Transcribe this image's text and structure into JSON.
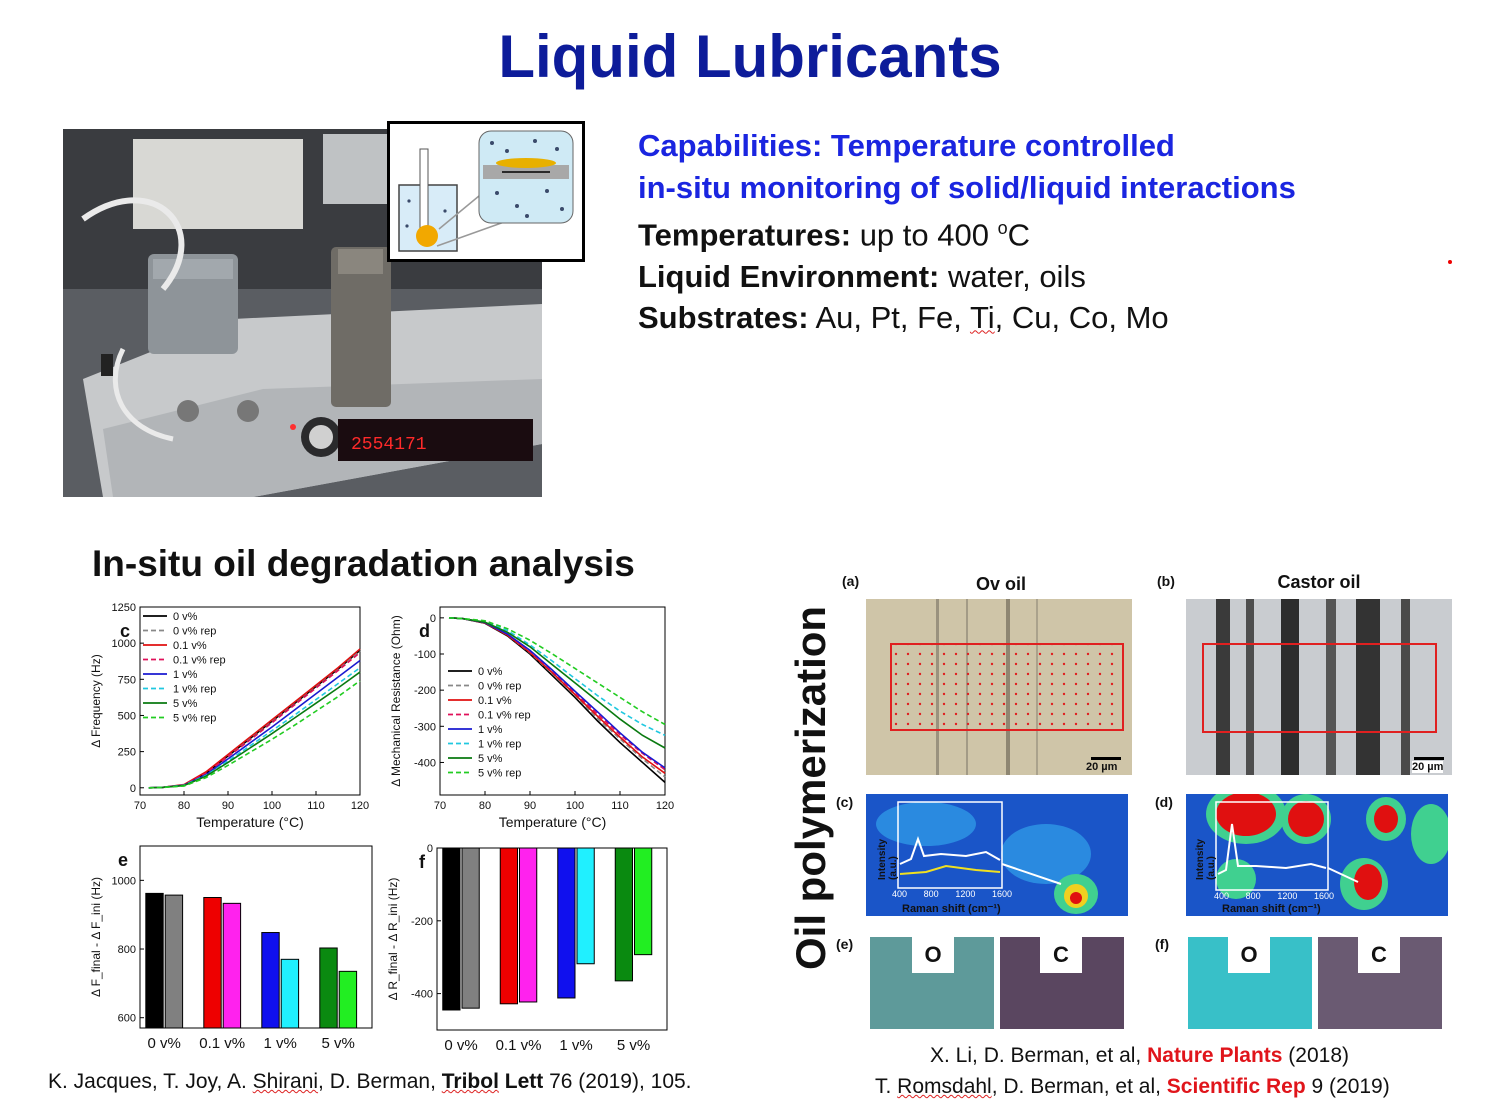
{
  "title": "Liquid Lubricants",
  "capabilities": {
    "line1": "Capabilities: Temperature controlled",
    "line2": "in-situ monitoring of solid/liquid interactions",
    "temperatures_label": "Temperatures:",
    "temperatures_value": "up to 400",
    "temperatures_sup": "o",
    "temperatures_unit": "C",
    "liquid_label": "Liquid Environment:",
    "liquid_value": "water, oils",
    "substrates_label": "Substrates:",
    "substrates_value_a": "Au, Pt, Fe,",
    "substrates_value_ti": "Ti",
    "substrates_value_b": ", Cu, Co, Mo"
  },
  "section_title": "In-situ oil degradation analysis",
  "vertical_title": "Oil polymerization",
  "apparatus_display": "2554171",
  "chart_data": [
    {
      "panel": "c",
      "type": "line",
      "xlabel": "Temperature (°C)",
      "ylabel": "Δ Frequency (Hz)",
      "xlim": [
        70,
        120
      ],
      "ylim": [
        -50,
        1250
      ],
      "xticks": [
        70,
        80,
        90,
        100,
        110,
        120
      ],
      "yticks": [
        0,
        250,
        500,
        750,
        1000,
        1250
      ],
      "legend": "top-left",
      "x": [
        72,
        75,
        80,
        85,
        90,
        95,
        100,
        105,
        110,
        115,
        120
      ],
      "series": [
        {
          "name": "0 v%",
          "color": "#000000",
          "dash": false,
          "values": [
            0,
            2,
            20,
            100,
            220,
            340,
            460,
            580,
            700,
            820,
            950
          ]
        },
        {
          "name": "0 v% rep",
          "color": "#888888",
          "dash": true,
          "values": [
            0,
            2,
            20,
            105,
            225,
            345,
            465,
            585,
            705,
            825,
            945
          ]
        },
        {
          "name": "0.1 v%",
          "color": "#e01010",
          "dash": false,
          "values": [
            0,
            2,
            22,
            110,
            230,
            350,
            470,
            590,
            710,
            830,
            960
          ]
        },
        {
          "name": "0.1 v% rep",
          "color": "#e0105a",
          "dash": true,
          "values": [
            0,
            2,
            20,
            100,
            215,
            330,
            450,
            570,
            690,
            810,
            935
          ]
        },
        {
          "name": "1 v%",
          "color": "#1a1ad0",
          "dash": false,
          "values": [
            0,
            2,
            18,
            90,
            200,
            310,
            420,
            535,
            650,
            765,
            880
          ]
        },
        {
          "name": "1 v% rep",
          "color": "#20c8e0",
          "dash": true,
          "values": [
            0,
            2,
            18,
            85,
            185,
            290,
            395,
            500,
            610,
            720,
            830
          ]
        },
        {
          "name": "5 v%",
          "color": "#0a7a10",
          "dash": false,
          "values": [
            0,
            2,
            15,
            80,
            175,
            275,
            375,
            480,
            585,
            690,
            800
          ]
        },
        {
          "name": "5 v% rep",
          "color": "#22cc22",
          "dash": true,
          "values": [
            0,
            2,
            12,
            70,
            155,
            245,
            335,
            430,
            530,
            630,
            740
          ]
        }
      ]
    },
    {
      "panel": "d",
      "type": "line",
      "xlabel": "Temperature (°C)",
      "ylabel": "Δ Mechanical Resistance (Ohm)",
      "xlim": [
        70,
        120
      ],
      "ylim": [
        -490,
        30
      ],
      "xticks": [
        70,
        80,
        90,
        100,
        110,
        120
      ],
      "yticks": [
        0,
        -100,
        -200,
        -300,
        -400
      ],
      "legend": "bottom-left",
      "x": [
        72,
        75,
        80,
        85,
        90,
        95,
        100,
        105,
        110,
        115,
        120
      ],
      "series": [
        {
          "name": "0 v%",
          "color": "#000000",
          "dash": false,
          "values": [
            0,
            -2,
            -15,
            -50,
            -100,
            -160,
            -220,
            -285,
            -345,
            -400,
            -455
          ]
        },
        {
          "name": "0 v% rep",
          "color": "#888888",
          "dash": true,
          "values": [
            0,
            -2,
            -14,
            -48,
            -97,
            -155,
            -215,
            -278,
            -335,
            -390,
            -440
          ]
        },
        {
          "name": "0.1 v%",
          "color": "#e01010",
          "dash": false,
          "values": [
            0,
            -2,
            -14,
            -48,
            -96,
            -152,
            -212,
            -272,
            -330,
            -385,
            -430
          ]
        },
        {
          "name": "0.1 v% rep",
          "color": "#e0105a",
          "dash": true,
          "values": [
            0,
            -2,
            -13,
            -46,
            -93,
            -148,
            -207,
            -266,
            -323,
            -375,
            -420
          ]
        },
        {
          "name": "1 v%",
          "color": "#1a1ad0",
          "dash": false,
          "values": [
            0,
            -2,
            -13,
            -45,
            -90,
            -145,
            -203,
            -260,
            -318,
            -372,
            -415
          ]
        },
        {
          "name": "1 v% rep",
          "color": "#20c8e0",
          "dash": true,
          "values": [
            0,
            -2,
            -10,
            -35,
            -75,
            -120,
            -168,
            -215,
            -258,
            -295,
            -325
          ]
        },
        {
          "name": "5 v%",
          "color": "#0a7a10",
          "dash": false,
          "values": [
            0,
            -2,
            -12,
            -40,
            -80,
            -130,
            -180,
            -230,
            -280,
            -325,
            -360
          ]
        },
        {
          "name": "5 v% rep",
          "color": "#22cc22",
          "dash": true,
          "values": [
            0,
            -2,
            -8,
            -30,
            -62,
            -100,
            -140,
            -180,
            -220,
            -260,
            -295
          ]
        }
      ]
    },
    {
      "panel": "e",
      "type": "bar",
      "ylabel": "Δ F_final - Δ F_ini (Hz)",
      "ylim": [
        570,
        1100
      ],
      "yticks": [
        600,
        800,
        1000
      ],
      "categories": [
        "0 v%",
        "0.1 v%",
        "1 v%",
        "5 v%"
      ],
      "series": [
        {
          "values": [
            962,
            950,
            848,
            803
          ],
          "colors": [
            "#000000",
            "#ee0000",
            "#1010ee",
            "#0a8a10"
          ]
        },
        {
          "values": [
            957,
            933,
            770,
            735
          ],
          "colors": [
            "#808080",
            "#ff22ee",
            "#20f0ff",
            "#22ee22"
          ]
        }
      ]
    },
    {
      "panel": "f",
      "type": "bar",
      "ylabel": "Δ R_final - Δ R_ini (Hz)",
      "ylim": [
        -500,
        0
      ],
      "yticks": [
        0,
        -200,
        -400
      ],
      "categories": [
        "0 v%",
        "0.1 v%",
        "1 v%",
        "5 v%"
      ],
      "series": [
        {
          "values": [
            -445,
            -428,
            -412,
            -365
          ],
          "colors": [
            "#000000",
            "#ee0000",
            "#1010ee",
            "#0a8a10"
          ]
        },
        {
          "values": [
            -440,
            -423,
            -318,
            -293
          ],
          "colors": [
            "#808080",
            "#ff22ee",
            "#20f0ff",
            "#22ee22"
          ]
        }
      ]
    }
  ],
  "micro": {
    "a_label": "(a)",
    "b_label": "(b)",
    "c_label": "(c)",
    "d_label": "(d)",
    "e_label": "(e)",
    "f_label": "(f)",
    "a_title": "Ov oil",
    "b_title": "Castor oil",
    "scale": "20 µm",
    "raman_ylabel": "Intensity (a.u.)",
    "raman_xlabel": "Raman shift (cm⁻¹)",
    "raman_ticks": [
      "400",
      "800",
      "1200",
      "1600"
    ],
    "el_o": "O",
    "el_c": "C"
  },
  "refs": {
    "left": {
      "a": "K. Jacques, T. Joy, A. ",
      "shirani": "Shirani",
      "b": ", D. Berman, ",
      "tribol": "Tribol",
      "c": " Lett",
      "d": " 76 (2019), 105."
    },
    "r1": {
      "a": "X. Li, D. Berman, et al, ",
      "journal": "Nature Plants",
      "b": " (2018)"
    },
    "r2": {
      "a": "T. ",
      "romsdahl": "Romsdahl",
      "b": ", D. Berman, et al, ",
      "journal": "Scientific Rep",
      "c": " 9 (2019)"
    }
  }
}
